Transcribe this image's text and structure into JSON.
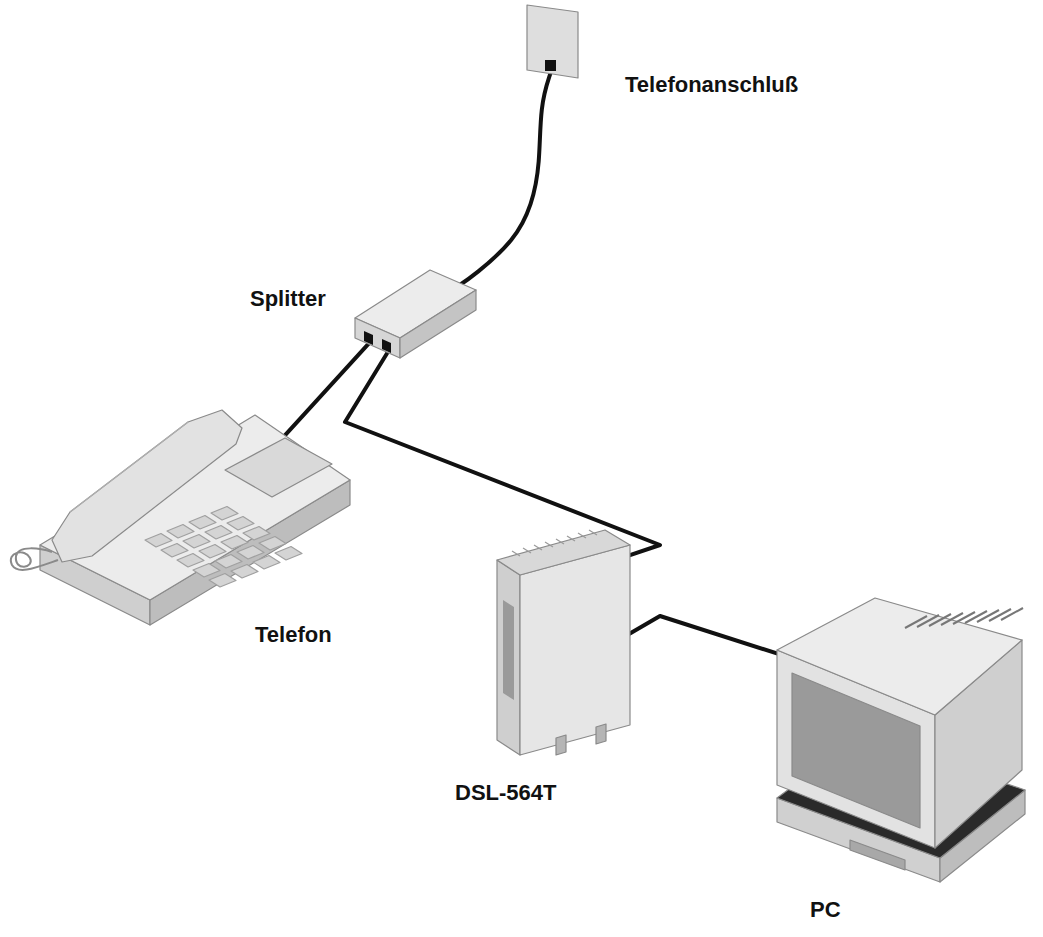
{
  "diagram": {
    "nodes": [
      {
        "text": [
          "Telefonanschluß"
        ]
      },
      {
        "text": [
          "Splitter"
        ]
      },
      {
        "text": [
          "Telefon"
        ]
      },
      {
        "text": [
          "DSL-564T"
        ]
      },
      {
        "text": [
          "PC"
        ]
      }
    ],
    "edges": [
      {
        "from": 0,
        "to": 1,
        "arrow": "none"
      },
      {
        "from": 1,
        "to": 2,
        "arrow": "none"
      },
      {
        "from": 1,
        "to": 3,
        "arrow": "none"
      },
      {
        "from": 3,
        "to": 4,
        "arrow": "none"
      }
    ]
  }
}
